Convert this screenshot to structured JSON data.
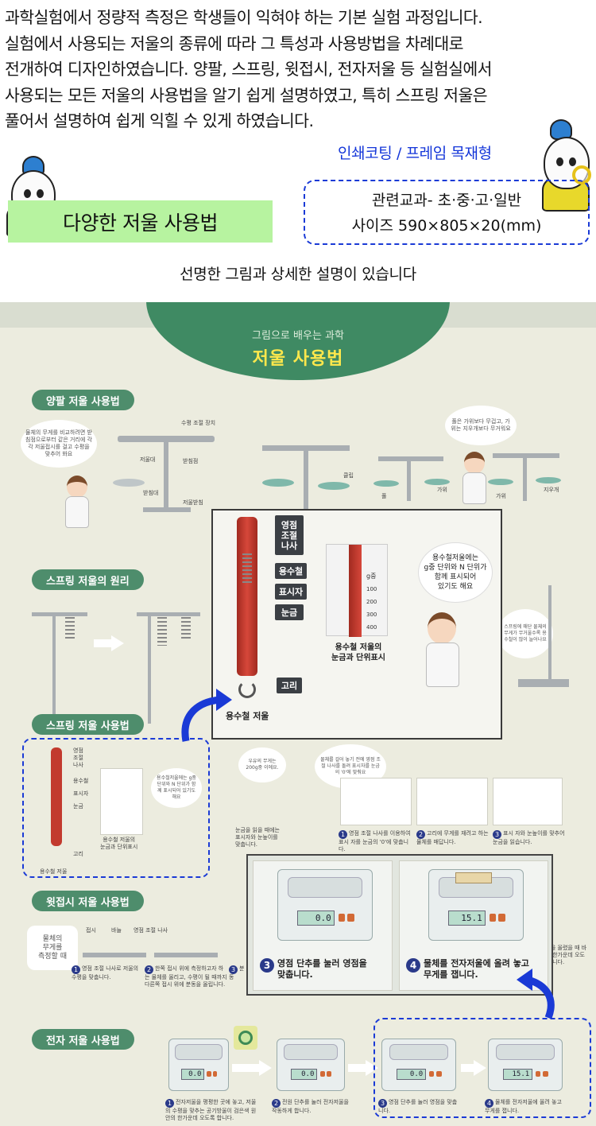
{
  "intro": {
    "lines": [
      "과학실험에서 정량적 측정은 학생들이 익혀야 하는 기본 실험 과정입니다.",
      "실험에서 사용되는 저울의 종류에 따라 그 특성과 사용방법을 차례대로",
      "전개하여 디자인하였습니다. 양팔,  스프링, 윗접시, 전자저울 등 실험실에서",
      "사용되는 모든 저울의 사용법을 알기 쉽게 설명하였고, 특히 스프링 저울은",
      "풀어서 설명하여 쉽게 익힐 수 있게 하였습니다."
    ]
  },
  "badge_title": "다양한 저울 사용법",
  "print_type": "인쇄코팅 / 프레임 목재형",
  "spec": {
    "subjects": "관련교과- 초·중·고·일반",
    "size": "사이즈 590×805×20(mm)"
  },
  "tagline": "선명한 그림과 상세한 설명이 있습니다",
  "poster": {
    "subtitle": "그림으로 배우는 과학",
    "title": "저울 사용법",
    "sections": {
      "balance": "양팔 저울 사용법",
      "spring_principle": "스프링 저울의 원리",
      "spring_use": "스프링 저울 사용법",
      "top_pan": "윗접시 저울 사용법",
      "electronic": "전자 저울 사용법"
    },
    "balance_labels": {
      "zero_screw": "수평 조절 장치",
      "beam": "저울대",
      "needle": "받침점",
      "pointer": "받침대",
      "stand": "저울받침",
      "clip": "클립",
      "pan_l": "풀",
      "pan_r": "가위",
      "pan_r2": "가위",
      "eraser": "지우개"
    },
    "balance_bubbles": {
      "left": "물체의 무게를 비교하려면 받침점으로부터 같은 거리에 각각 저울접시를 걸고 수평을 맞추어 봐요",
      "right": "풀은 가위보다 무겁고, 가위는 지우개보다 무거워요"
    },
    "spring_bubble": "스프링에 매단 물체의 무게가 무거울수록 용수철이 많이 늘어나요",
    "zoom_spring": {
      "label_zero": "영점\n조절\n나사",
      "label_spring": "용수철",
      "label_indicator": "표시자",
      "label_scale": "눈금",
      "label_hook": "고리",
      "caption_main": "용수철 저울",
      "caption_scale": "용수철 저울의\n눈금과 단위표시",
      "bubble": "용수철저울에는\ng중 단위와 N 단위가\n함께 표시되어\n있기도 해요",
      "unit": "g중",
      "ticks": [
        "100",
        "200",
        "300",
        "400"
      ]
    },
    "spring_use_labels": {
      "zero": "영점\n조절\n나사",
      "spring": "용수철",
      "indicator": "표시자",
      "scale": "눈금",
      "hook": "고리",
      "caption_main": "용수철 저울",
      "caption_scale": "용수철 저울의\n눈금과 단위표시",
      "bubble": "용수철저울에는 g중 단위와 N 단위가 함께 표시되어 있기도 해요",
      "bubble2": "우유의 무게는 200g중 이에요.",
      "bubble3": "물체를 걸어 놓기 전에 영점 조절 나사를 돌려 표시자를 눈금의 '0'에 맞춰요",
      "reading": "눈금을 읽을 때에는 표시자와 눈높이를 맞춥니다."
    },
    "spring_steps": [
      "영점 조절 나사를 이용하여 표시 자를 눈금의 '0'에 맞춥니다.",
      "고리에 무게를 재려고 하는 물체를 매답니다.",
      "표시 자와 눈높이를 맞추어 눈금을 읽습니다."
    ],
    "top_pan": {
      "side_label": "물체의\n무게를\n측정할 때",
      "labels": [
        "접시",
        "바늘",
        "영점 조절 나사"
      ],
      "steps": [
        "영점 조절 나사로 저울의 수평을 맞춥니다.",
        "한쪽 접시 위에 측정하고자 하는 물체를 올리고, 수평이 될 때까지 다른쪽 접시 위에 분동을 올립니다.",
        "분동"
      ],
      "step_right": "분동을 올렸을 때 바늘이 한가운데 오도록 합니다."
    },
    "electronic": {
      "steps": [
        "전자저울을 평평한 곳에 놓고, 저울의 수평을 맞추는 공기방울이 검은색 원 안의 한가운데 오도록 합니다.",
        "전원 단추를 눌러 전자저울을 작동하게 합니다.",
        "영점 단추를 눌러 영점을 맞춥니다.",
        "물체를 전자저울에 올려 놓고 무게를 잽니다."
      ],
      "display_zero": "0.0",
      "display_weight": "15.1"
    },
    "zoom_electronic": {
      "step3": "영점 단추를 눌러 영점을\n맞춥니다.",
      "step4": "물체를 전자저울에 올려 놓고\n무게를 잽니다.",
      "display3": "0.0",
      "display4": "15.1"
    },
    "step_numbers": [
      "1",
      "2",
      "3",
      "4"
    ]
  },
  "colors": {
    "badge_green": "#b7f3a0",
    "blue_text": "#1436d9",
    "poster_green": "#4e8d6c",
    "title_yellow": "#ffe84c",
    "spring_red": "#c23a2e"
  }
}
